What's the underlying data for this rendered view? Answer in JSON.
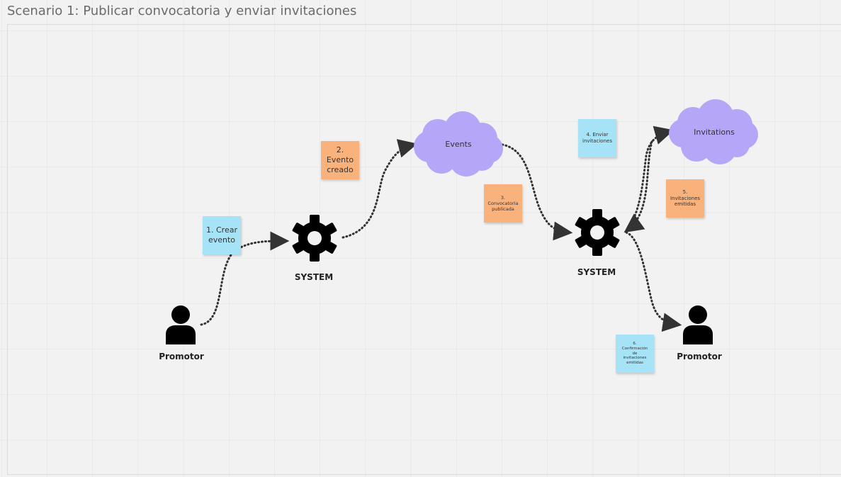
{
  "frame": {
    "title": "Scenario 1: Publicar convocatoria y enviar invitaciones"
  },
  "actors": {
    "promotor_left": "Promotor",
    "promotor_right": "Promotor",
    "system_left": "SYSTEM",
    "system_right": "SYSTEM"
  },
  "clouds": {
    "events": "Events",
    "invitations": "Invitations"
  },
  "stickies": {
    "step1": "1. Crear\nevento",
    "step2": "2.\nEvento\ncreado",
    "step3": "3.\nConvocatoria\npublicada",
    "step4": "4. Enviar\ninvitaciones",
    "step5": "5.\nInvitaciones\nemitidas",
    "step6": "6.\nConfirmación\nde\ninvitaciones\nemitidas"
  },
  "colors": {
    "canvas": "#f2f2f2",
    "grid": "#e0e0e0",
    "sticky_blue": "#a6e3f7",
    "sticky_orange": "#f9b27c",
    "cloud": "#b5a6f7",
    "connector": "#333333"
  },
  "icons": [
    "user-icon",
    "gear-icon",
    "cloud-shape"
  ]
}
